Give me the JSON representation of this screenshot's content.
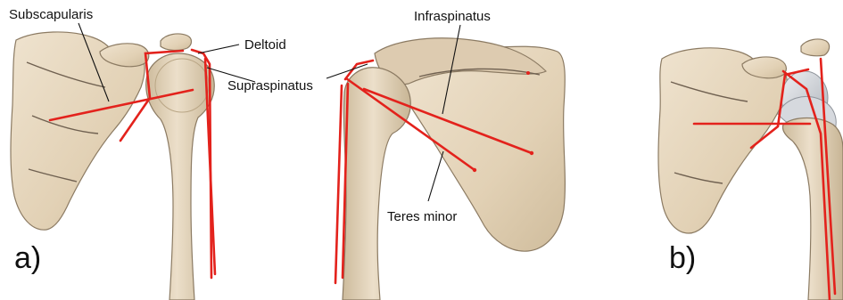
{
  "labels": {
    "subscapularis": "Subscapularis",
    "deltoid": "Deltoid",
    "supraspinatus": "Supraspinatus",
    "infraspinatus": "Infraspinatus",
    "teres_minor": "Teres minor"
  },
  "panels": {
    "a": "a)",
    "b": "b)"
  },
  "colors": {
    "muscle_line": "#e3221c",
    "bone_fill": "#e6d7bf",
    "bone_shade": "#cdbb9e",
    "implant": "#c9ccd1"
  }
}
